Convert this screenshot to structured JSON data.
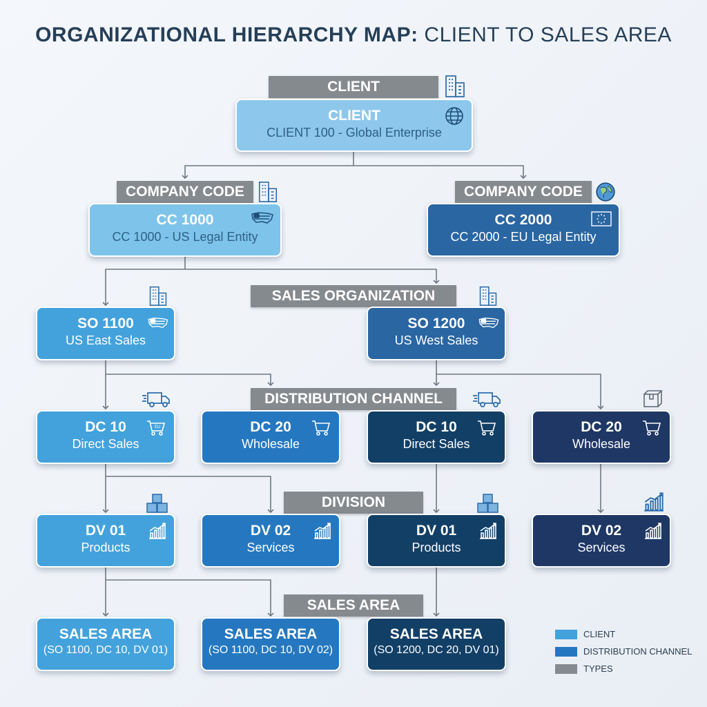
{
  "title": {
    "bold": "ORGANIZATIONAL HIERARCHY MAP:",
    "rest": " CLIENT TO SALES AREA"
  },
  "tags": {
    "client": "CLIENT",
    "company_code_left": "COMPANY CODE",
    "company_code_right": "COMPANY CODE",
    "sales_org": "SALES ORGANIZATION",
    "dist_channel": "DISTRIBUTION CHANNEL",
    "division": "DIVISION",
    "sales_area": "SALES AREA"
  },
  "nodes": {
    "client": {
      "title": "CLIENT",
      "sub": "CLIENT 100 - Global Enterprise"
    },
    "cc1000": {
      "title": "CC 1000",
      "sub": "CC 1000 - US Legal Entity"
    },
    "cc2000": {
      "title": "CC 2000",
      "sub": "CC 2000 - EU Legal Entity"
    },
    "so1100": {
      "title": "SO 1100",
      "sub": "US East Sales"
    },
    "so1200": {
      "title": "SO 1200",
      "sub": "US West Sales"
    },
    "dc10a": {
      "title": "DC 10",
      "sub": "Direct Sales"
    },
    "dc20a": {
      "title": "DC 20",
      "sub": "Wholesale"
    },
    "dc10b": {
      "title": "DC 10",
      "sub": "Direct Sales"
    },
    "dc20b": {
      "title": "DC 20",
      "sub": "Wholesale"
    },
    "dv01a": {
      "title": "DV 01",
      "sub": "Products"
    },
    "dv02a": {
      "title": "DV 02",
      "sub": "Services"
    },
    "dv01b": {
      "title": "DV 01",
      "sub": "Products"
    },
    "dv02b": {
      "title": "DV 02",
      "sub": "Services"
    },
    "sa1": {
      "title": "SALES AREA",
      "sub": "(SO 1100, DC 10, DV 01)"
    },
    "sa2": {
      "title": "SALES AREA",
      "sub": "(SO 1100, DC 10, DV 02)"
    },
    "sa3": {
      "title": "SALES AREA",
      "sub": "(SO 1200, DC 20, DV 01)"
    }
  },
  "legend": [
    {
      "label": "CLIENT",
      "color": "#43a2dc"
    },
    {
      "label": "DISTRIBUTION CHANNEL",
      "color": "#2578c0"
    },
    {
      "label": "TYPES",
      "color": "#858a8f"
    }
  ],
  "colors": {
    "client": "#8dc8ec",
    "company_light": "#7ec4ea",
    "company_dark": "#2a66a2",
    "sky": "#43a2dc",
    "mid": "#2578c0",
    "deep": "#123f66",
    "navy": "#1f3765",
    "tag_gray": "#858a8f",
    "title": "#263f58",
    "connector": "#6f7880"
  },
  "icons": [
    "building-icon",
    "globe-icon",
    "us-flag-icon",
    "eu-flag-icon",
    "delivery-truck-icon",
    "shopping-cart-icon",
    "package-icon",
    "boxes-icon",
    "growth-chart-icon"
  ]
}
